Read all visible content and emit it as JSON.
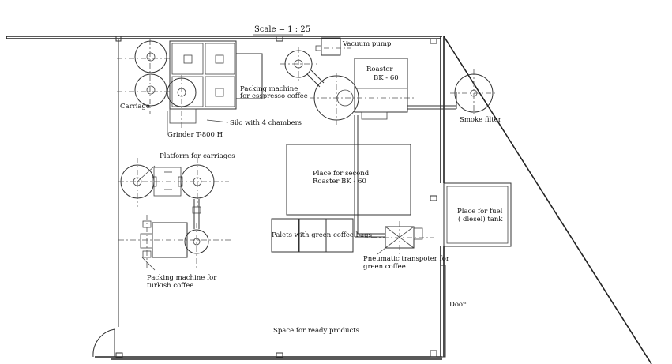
{
  "drawing": {
    "scale": "Scale = 1 : 25",
    "labels": {
      "vacuum_pump": "Vacuum pump",
      "roaster_name": "Roaster",
      "roaster_model": "BK - 60",
      "packing_espresso_1": "Packing machine",
      "packing_espresso_2": "for esspresso coffee",
      "carriage": "Carriage",
      "silo": "Silo with 4 chambers",
      "grinder": "Grinder T-800 H",
      "smoke_filter": "Smoke filter",
      "platform": "Platform for carriages",
      "second_roaster_1": "Place for second",
      "second_roaster_2": "Roaster BK - 60",
      "fuel_tank_1": "Place for fuel",
      "fuel_tank_2": "( diesel) tank",
      "palets": "Palets with green coffee bags",
      "pneumatic_1": "Pneumatic transpoter for",
      "pneumatic_2": "green coffee",
      "packing_turkish_1": "Packing machine for",
      "packing_turkish_2": "turkish coffee",
      "door": "Door",
      "ready_products": "Space for ready products"
    }
  }
}
